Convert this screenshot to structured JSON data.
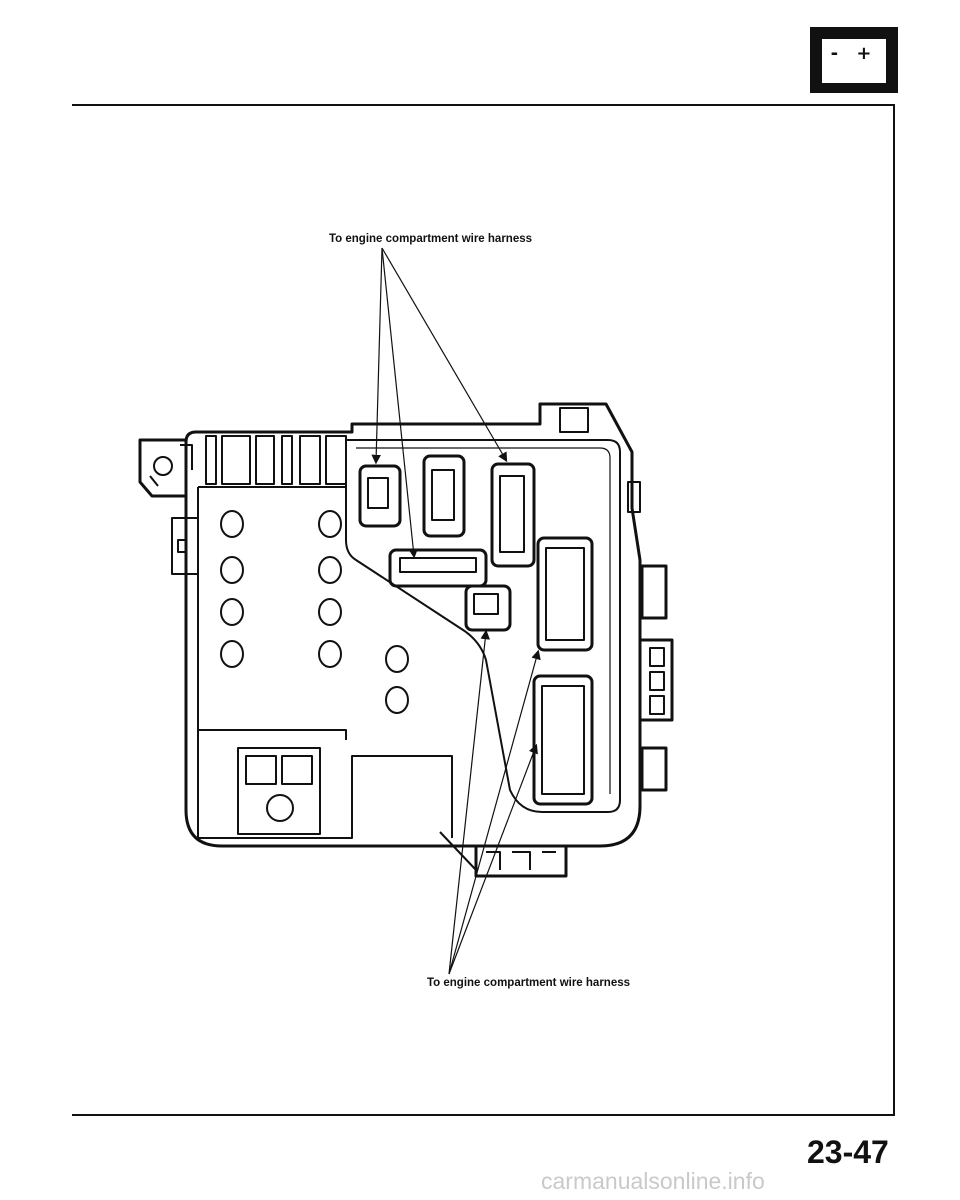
{
  "header": {
    "battery_icon": "battery-icon",
    "battery_glyph": "- +"
  },
  "diagram": {
    "label_top": "To engine compartment wire harness",
    "label_bottom": "To engine compartment wire harness",
    "subject_icon": "under-hood-fuse-relay-box-icon"
  },
  "footer": {
    "page_number": "23-47",
    "watermark": "carmanualsonline.info"
  }
}
